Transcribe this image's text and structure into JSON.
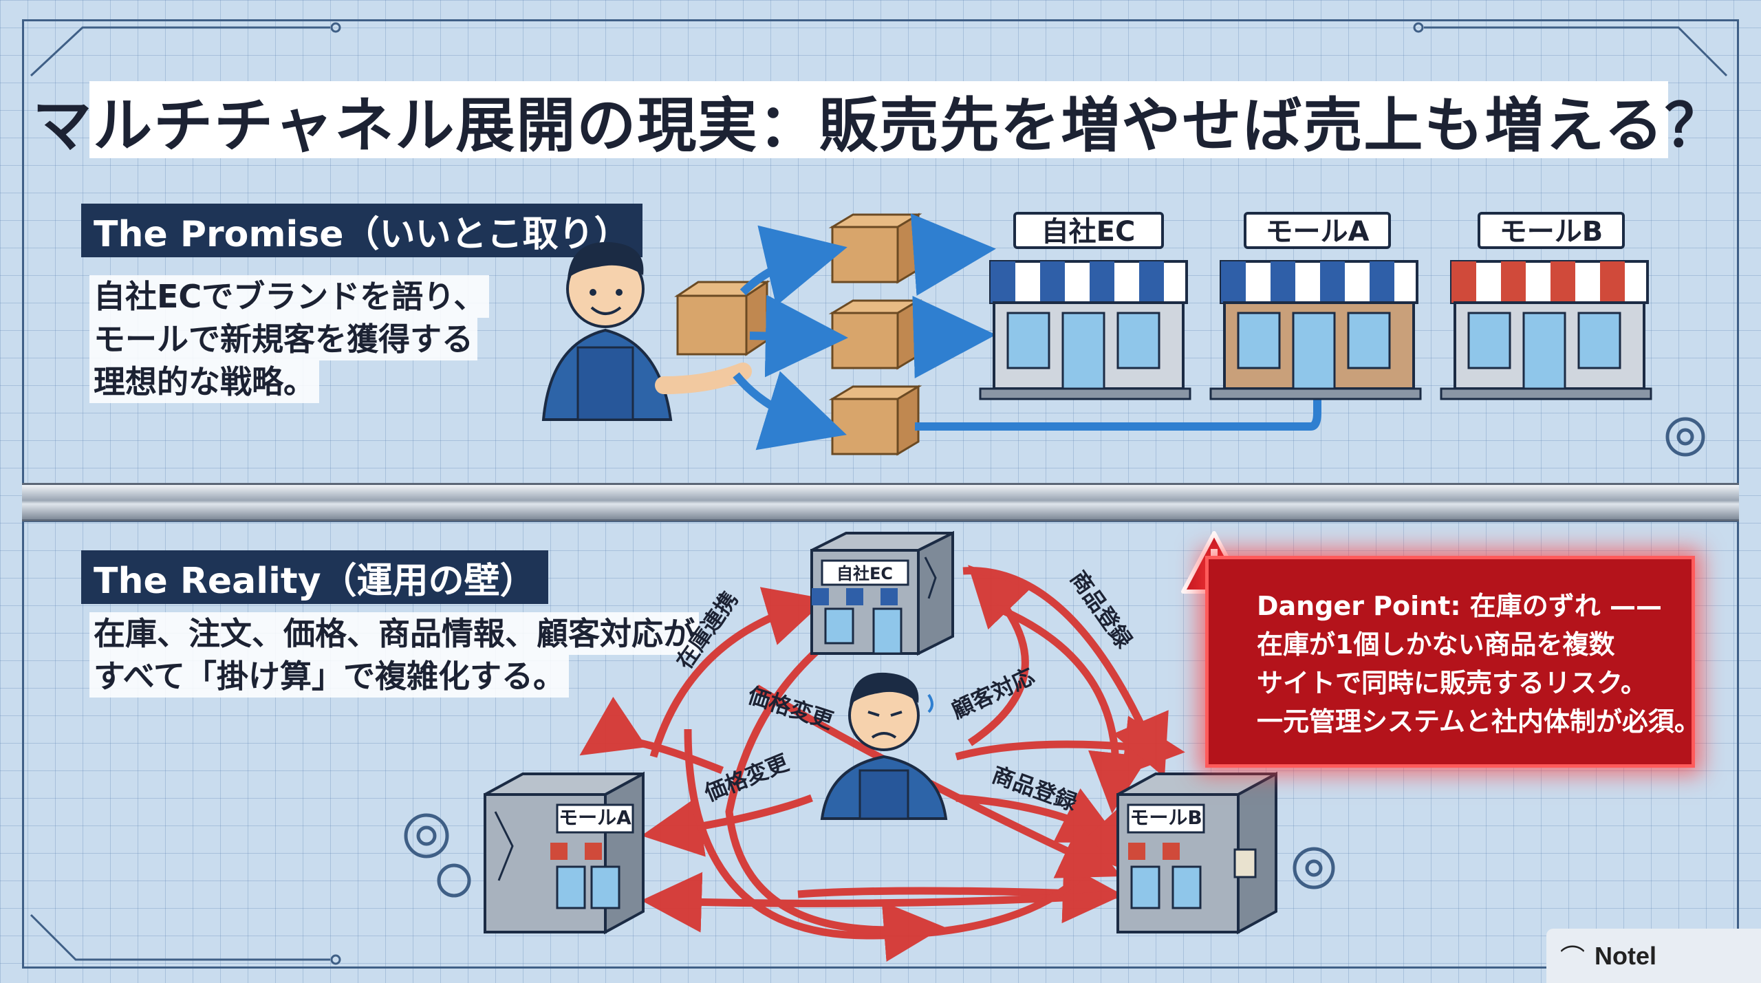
{
  "title": "マルチチャネル展開の現実：販売先を増やせば売上も増える？",
  "promise": {
    "label": "The Promise（いいとこ取り）",
    "lines": [
      "自社ECでブランドを語り、",
      "モールで新規客を獲得する",
      "理想的な戦略。"
    ],
    "stores": [
      "自社EC",
      "モールA",
      "モールB"
    ]
  },
  "reality": {
    "label": "The Reality（運用の壁）",
    "lines": [
      "在庫、注文、価格、商品情報、顧客対応が",
      "すべて「掛け算」で複雑化する。"
    ],
    "stores": [
      "自社EC",
      "モールA",
      "モールB"
    ],
    "arrow_labels": [
      "在庫連携",
      "商品登録",
      "価格変更",
      "顧客対応",
      "価格変更",
      "商品登録"
    ]
  },
  "danger": {
    "lines": [
      "Danger Point: 在庫のずれ ——",
      "在庫が1個しかない商品を複数",
      "サイトで同時に販売するリスク。",
      "一元管理システムと社内体制が必須。"
    ]
  },
  "watermark": {
    "text": "Notel",
    "icon": "notebooklm-icon"
  },
  "colors": {
    "navy": "#1e3456",
    "arrow_red": "#d7322d",
    "arrow_blue": "#2f7fd0",
    "danger_red": "#b4131b"
  }
}
